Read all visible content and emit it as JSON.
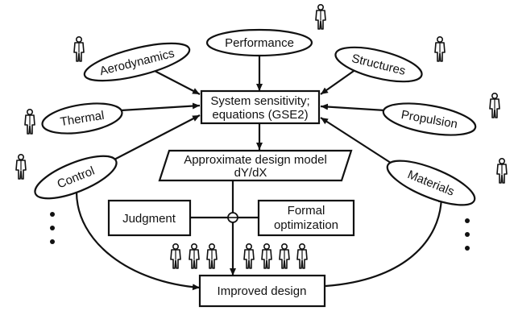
{
  "disciplines": {
    "performance": "Performance",
    "aerodynamics": "Aerodynamics",
    "structures": "Structures",
    "thermal": "Thermal",
    "propulsion": "Propulsion",
    "control": "Control",
    "materials": "Materials"
  },
  "center": {
    "line1": "System sensitivity;",
    "line2": "equations (GSE2)"
  },
  "approx": {
    "line1": "Approximate design model",
    "line2": "dY/dX"
  },
  "judgment": "Judgment",
  "formal": {
    "line1": "Formal",
    "line2": "optimization"
  },
  "improved": "Improved design",
  "icons": {
    "person": "person-icon",
    "ellipsis": "vertical-ellipsis-icon"
  },
  "colors": {
    "ink": "#111111",
    "background": "#ffffff"
  }
}
